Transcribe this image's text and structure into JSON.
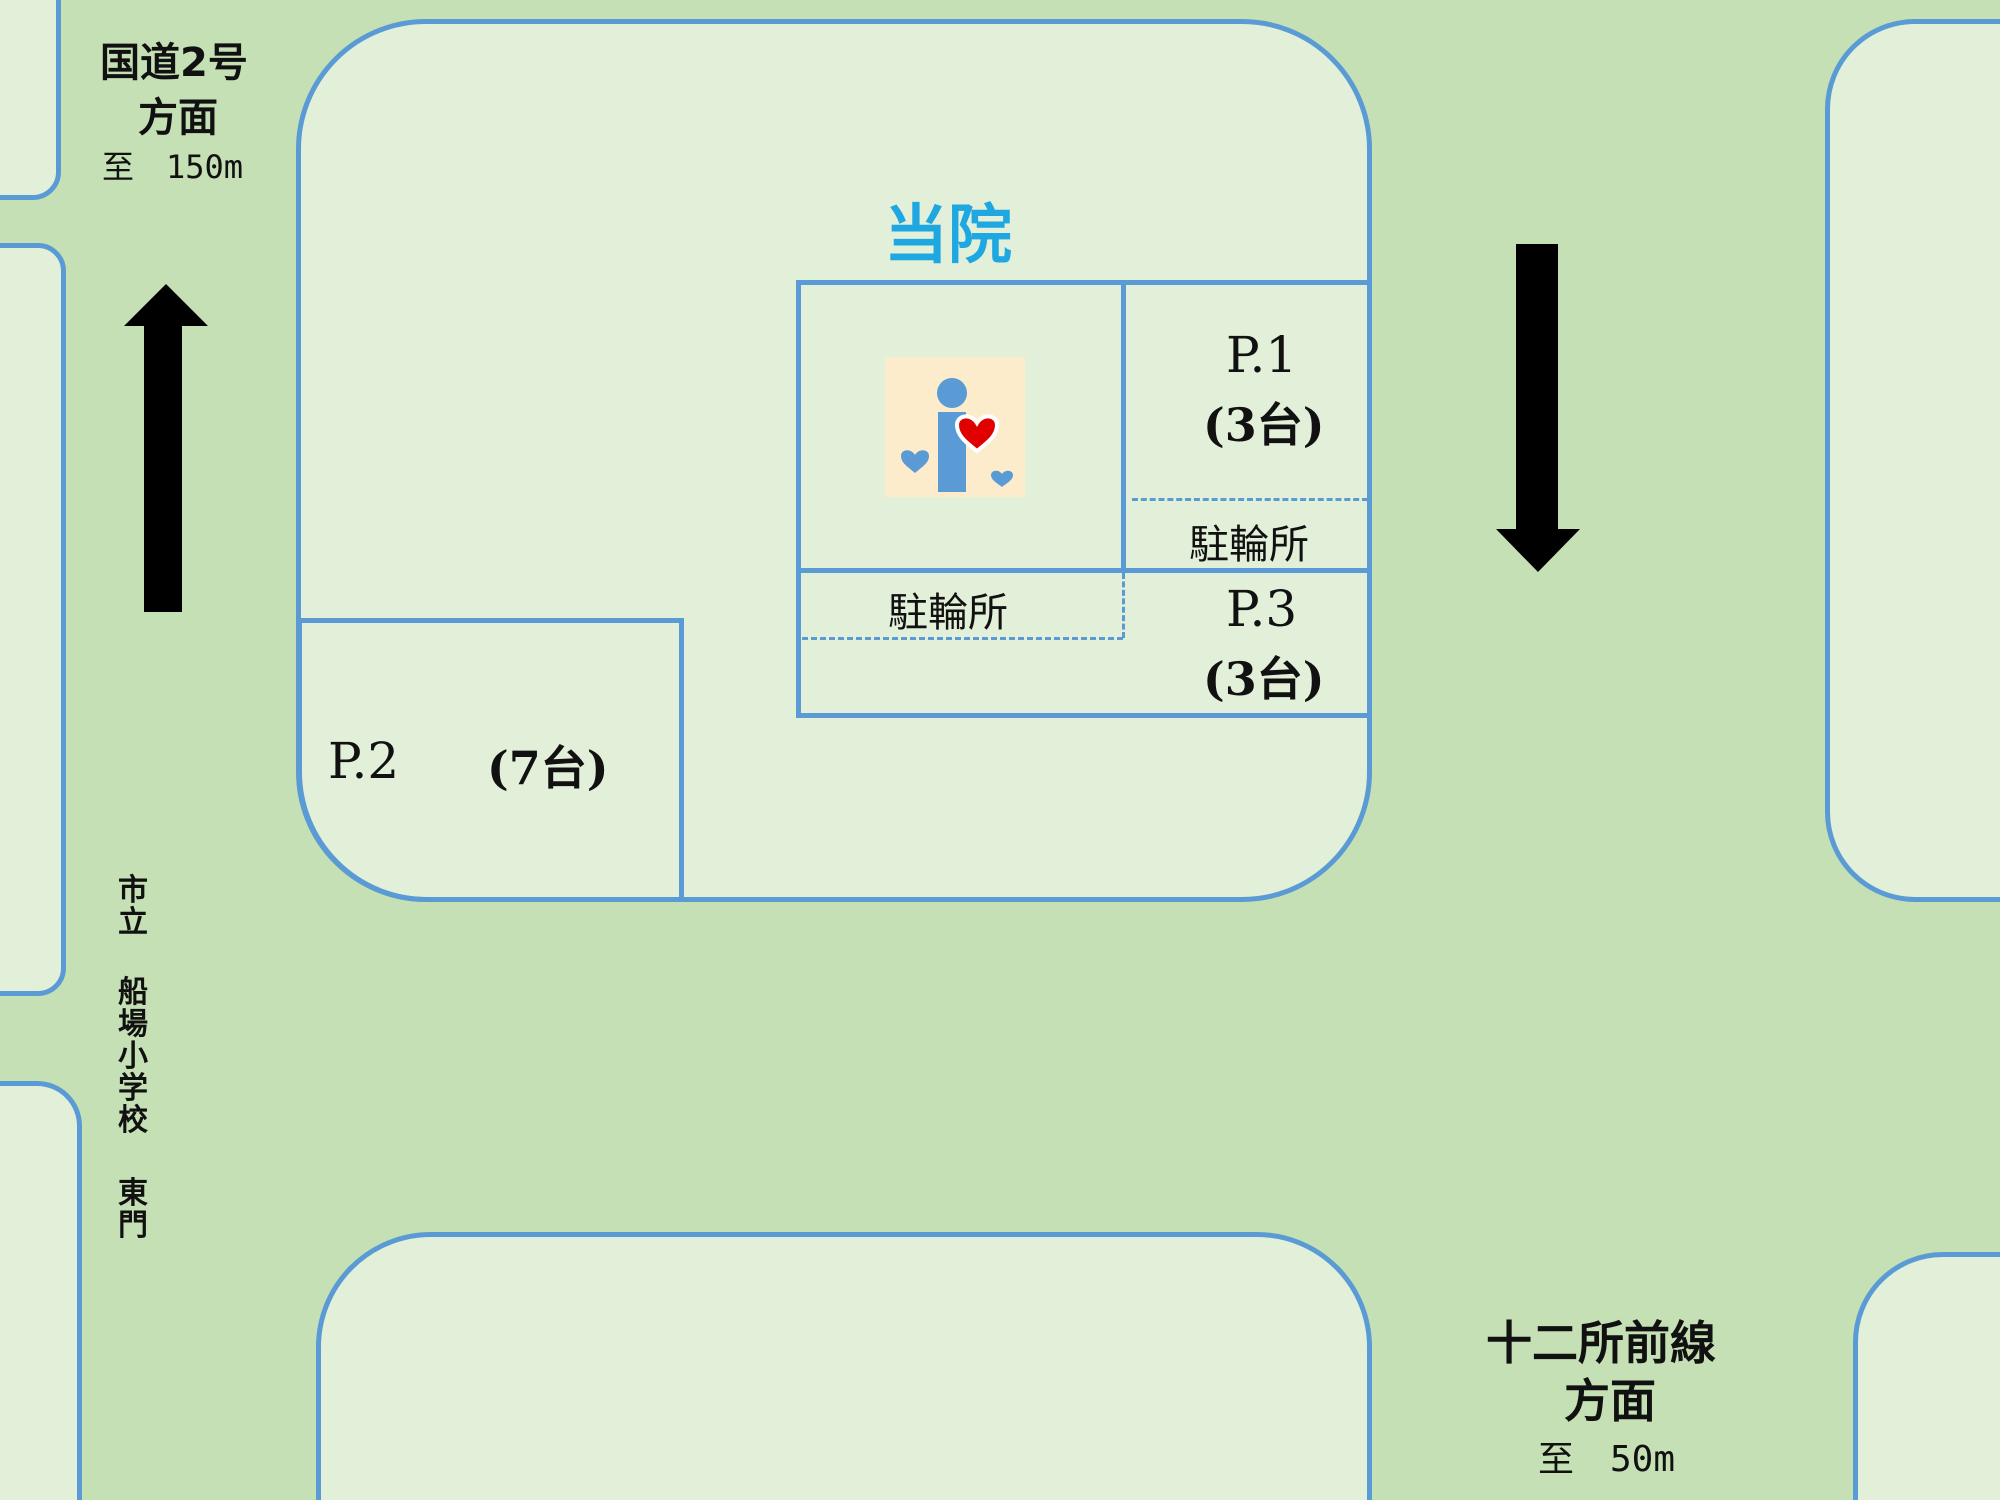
{
  "title": "当院",
  "labels": {
    "route2_line1": "国道2号",
    "route2_line2": "方面",
    "route2_distance": "至　150m",
    "junisho_line1": "十二所前線",
    "junisho_line2": "方面",
    "junisho_distance": "至　50m",
    "school_part1": "市立",
    "school_part2": "船場小学校",
    "school_part3": "東門"
  },
  "parking": {
    "p1_name": "P.1",
    "p1_count": "(3台)",
    "p2_name": "P.2",
    "p2_count": "(7台)",
    "p3_name": "P.3",
    "p3_count": "(3台)"
  },
  "bicycle_parking_1": "駐輪所",
  "bicycle_parking_2": "駐輪所",
  "icons": {
    "clinic_logo": "person-with-hearts-icon",
    "arrow_left_road": "arrow-up-icon",
    "arrow_right_road": "arrow-down-icon"
  },
  "colors": {
    "road": "#c5e0b4",
    "block": "#e2efd9",
    "outline": "#5b9bd5",
    "title": "#1ea7e1",
    "heart": "#e00000"
  }
}
